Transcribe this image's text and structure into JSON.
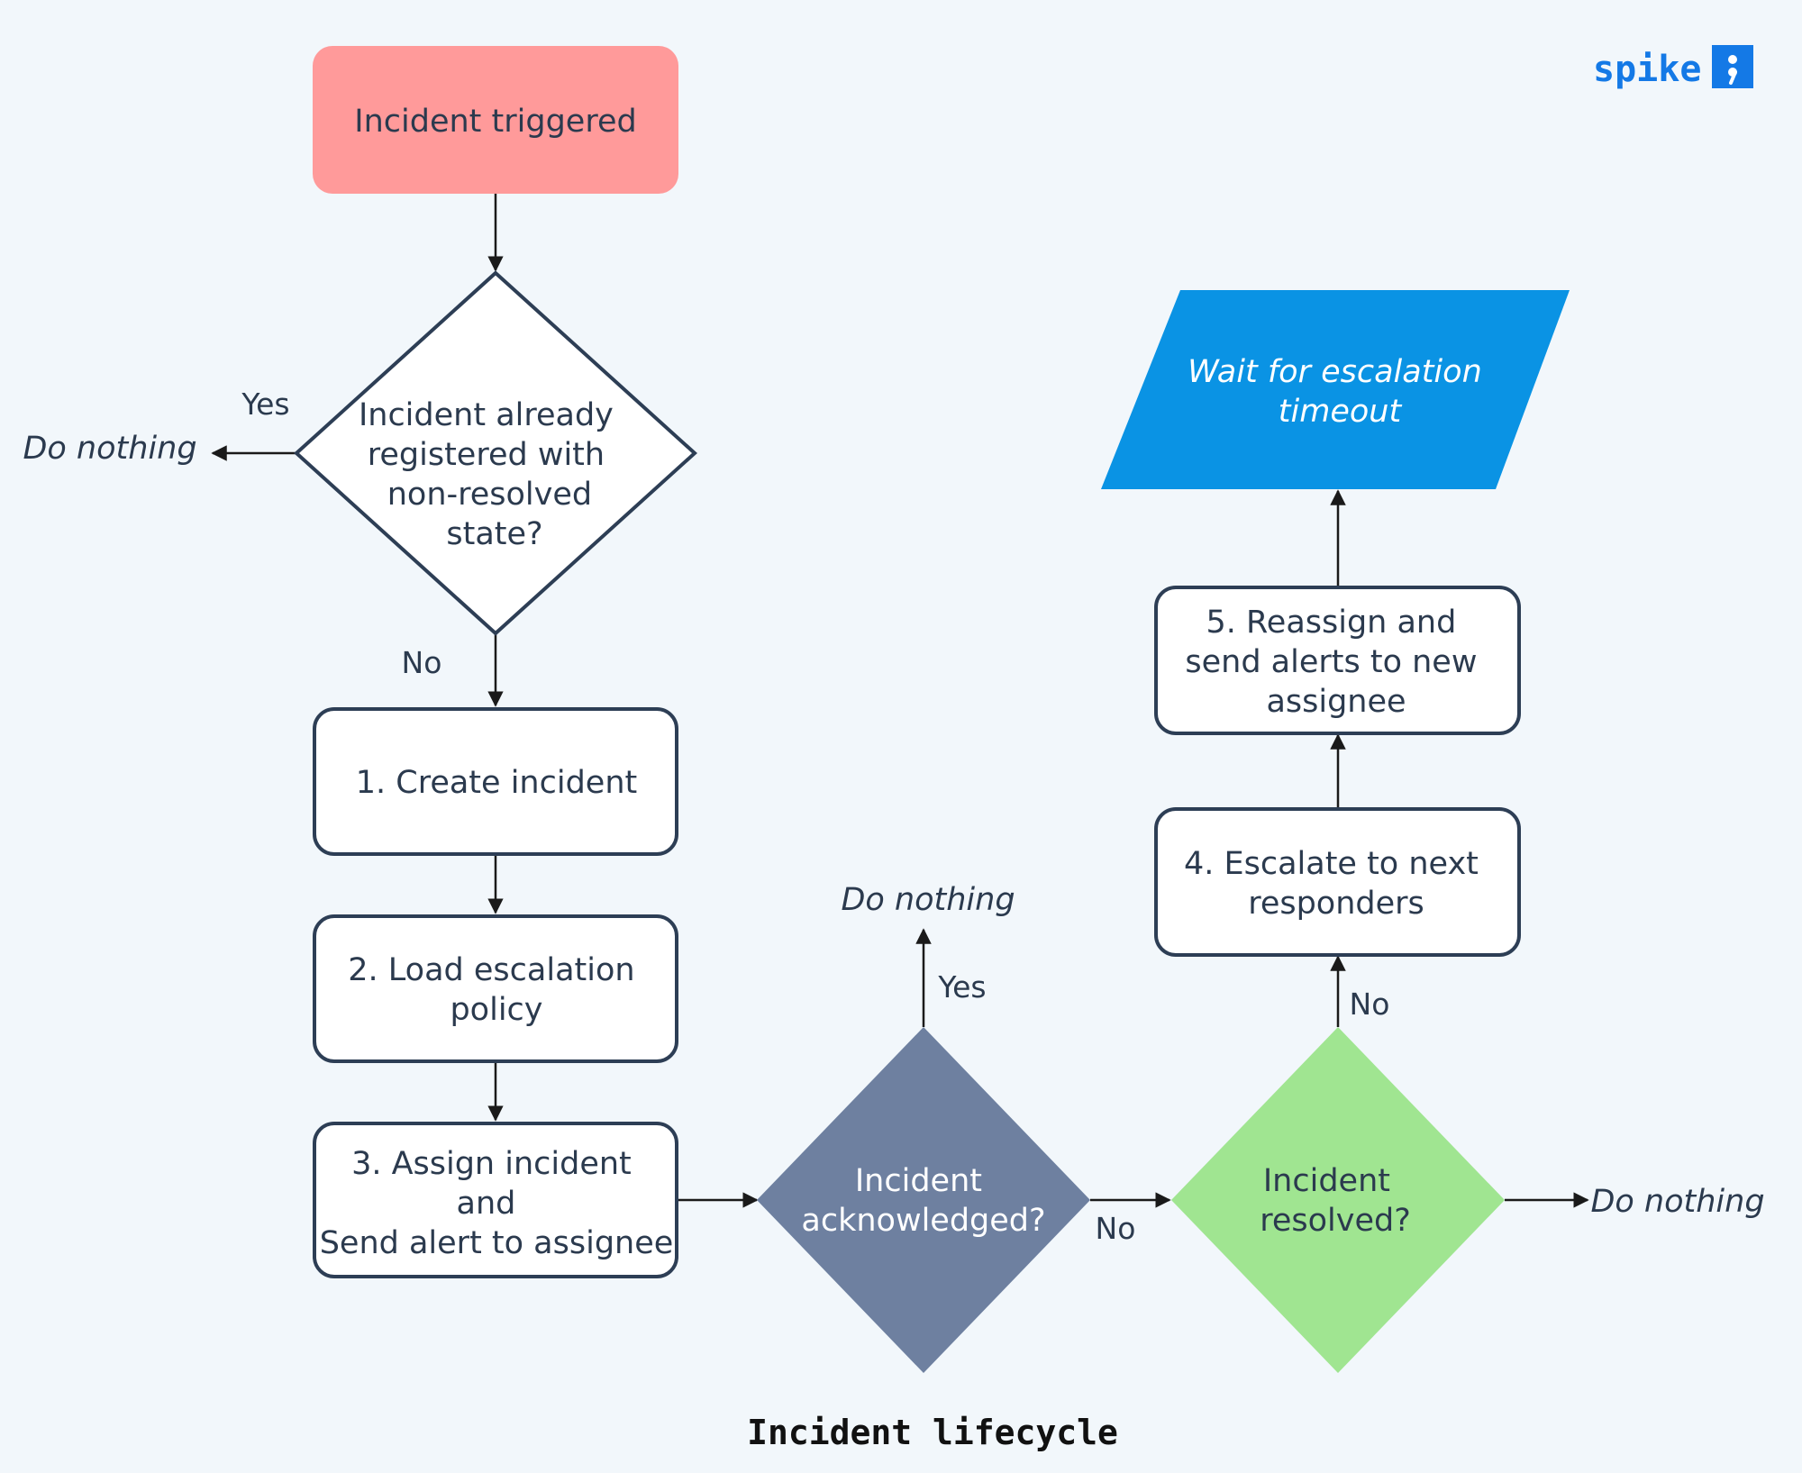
{
  "logo": {
    "text": "spike",
    "mark": "semicolon-icon",
    "color": "#1479e6"
  },
  "caption": "Incident lifecycle",
  "nodes": {
    "start": {
      "lines": [
        "Incident triggered"
      ],
      "color": "#ff9a9a"
    },
    "check_registered": {
      "lines": [
        "Incident already",
        "registered with",
        "non-resolved",
        "state?"
      ]
    },
    "create": {
      "lines": [
        "1. Create incident"
      ]
    },
    "load_policy": {
      "lines": [
        "2. Load escalation",
        "policy"
      ]
    },
    "assign": {
      "lines": [
        "3. Assign incident",
        "and",
        "Send alert to assignee"
      ]
    },
    "acknowledged": {
      "lines": [
        "Incident",
        "acknowledged?"
      ],
      "color": "#6e80a0"
    },
    "resolved": {
      "lines": [
        "Incident",
        "resolved?"
      ],
      "color": "#a0e591"
    },
    "escalate": {
      "lines": [
        "4. Escalate to next",
        "responders"
      ]
    },
    "reassign": {
      "lines": [
        "5. Reassign and",
        "send alerts to new",
        "assignee"
      ]
    },
    "wait": {
      "lines": [
        "Wait for escalation",
        "timeout"
      ],
      "color": "#0a93e4"
    }
  },
  "terminals": {
    "do_nothing_1": "Do nothing",
    "do_nothing_2": "Do nothing",
    "do_nothing_3": "Do nothing"
  },
  "edge_labels": {
    "registered_yes": "Yes",
    "registered_no": "No",
    "ack_yes": "Yes",
    "ack_no": "No",
    "resolved_no": "No"
  }
}
